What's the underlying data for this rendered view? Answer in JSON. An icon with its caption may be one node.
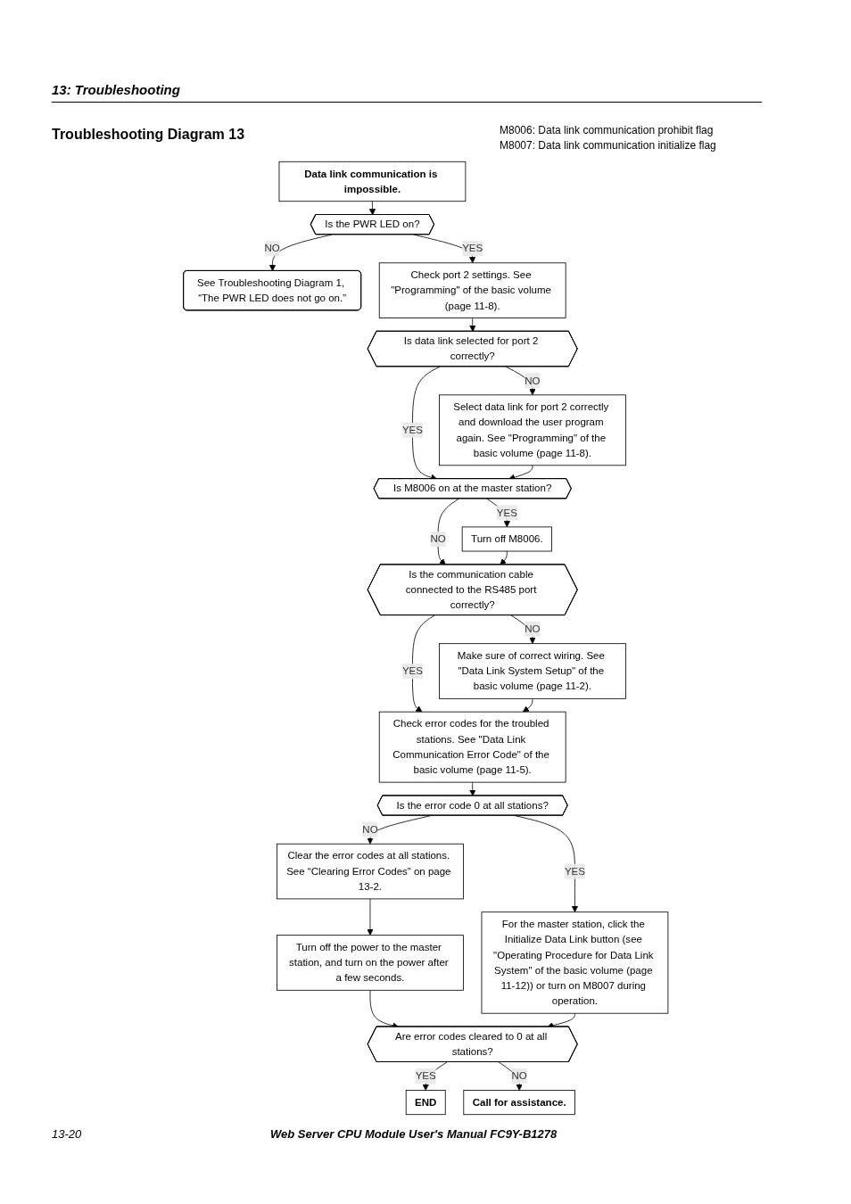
{
  "diagram": {
    "title": "Troubleshooting Diagram 13",
    "nodes": [
      {
        "text": [
          "Data link communication is impossible."
        ]
      },
      {
        "text": [
          "Is the PWR LED on?"
        ]
      },
      {
        "text": [
          "See Troubleshooting Diagram 1, “The PWR LED does not go on.”"
        ]
      },
      {
        "text": [
          "Check port 2 settings. See \"Programming\" of the basic volume (page 11-8)."
        ]
      },
      {
        "text": [
          "Is data link selected for port 2 correctly?"
        ]
      },
      {
        "text": [
          "Select data link for port 2 correctly and download the user program again. See \"Programming\" of the basic volume (page 11-8)."
        ]
      },
      {
        "text": [
          "Is M8006 on at the master station?"
        ]
      },
      {
        "text": [
          "Turn off M8006."
        ]
      },
      {
        "text": [
          "Is the communication cable connected to the RS485 port correctly?"
        ]
      },
      {
        "text": [
          "Make sure of correct wiring. See \"Data Link System Setup\" of the basic volume (page 11-2)."
        ]
      },
      {
        "text": [
          "Check error codes for the troubled stations. See \"Data Link Communication Error Code\" of the basic volume (page 11-5)."
        ]
      },
      {
        "text": [
          "Is the error code 0 at all stations?"
        ]
      },
      {
        "text": [
          "Clear the error codes at all stations. See “Clearing Error Codes” on page 13-2."
        ]
      },
      {
        "text": [
          "Turn off the power to the master station, and turn on the power after a few seconds."
        ]
      },
      {
        "text": [
          "For the master station, click the Initialize Data Link button (see \"Operating Procedure for Data Link System\" of the basic volume (page 11-12)) or turn on M8007 during operation."
        ]
      },
      {
        "text": [
          "Are error codes cleared to 0 at all stations?"
        ]
      },
      {
        "text": [
          "Call for assistance."
        ]
      },
      {
        "text": [
          "END"
        ]
      }
    ],
    "edges": [
      {
        "from": 0,
        "to": 1,
        "arrow": "to"
      },
      {
        "from": 1,
        "to": 2,
        "arrow": "to",
        "label": "NO"
      },
      {
        "from": 1,
        "to": 3,
        "arrow": "to",
        "label": "YES"
      },
      {
        "from": 3,
        "to": 4,
        "arrow": "to"
      },
      {
        "from": 4,
        "to": 5,
        "arrow": "to",
        "label": "NO"
      },
      {
        "from": 4,
        "to": 6,
        "arrow": "to",
        "label": "YES"
      },
      {
        "from": 5,
        "to": 6,
        "arrow": "to"
      },
      {
        "from": 6,
        "to": 7,
        "arrow": "to",
        "label": "YES"
      },
      {
        "from": 6,
        "to": 8,
        "arrow": "to",
        "label": "NO"
      },
      {
        "from": 7,
        "to": 8,
        "arrow": "to"
      },
      {
        "from": 8,
        "to": 9,
        "arrow": "to",
        "label": "NO"
      },
      {
        "from": 8,
        "to": 10,
        "arrow": "to",
        "label": "YES"
      },
      {
        "from": 9,
        "to": 10,
        "arrow": "to"
      },
      {
        "from": 10,
        "to": 11,
        "arrow": "to"
      },
      {
        "from": 11,
        "to": 12,
        "arrow": "to",
        "label": "NO"
      },
      {
        "from": 11,
        "to": 14,
        "arrow": "to",
        "label": "YES"
      },
      {
        "from": 12,
        "to": 13,
        "arrow": "to"
      },
      {
        "from": 13,
        "to": 15,
        "arrow": "to"
      },
      {
        "from": 14,
        "to": 15,
        "arrow": "to"
      },
      {
        "from": 15,
        "to": 17,
        "arrow": "to",
        "label": "YES"
      },
      {
        "from": 15,
        "to": 16,
        "arrow": "to",
        "label": "NO"
      }
    ],
    "labels": [
      "13: Troubleshooting",
      "M8006: Data link communication prohibit flag",
      "M8007: Data link communication initialize flag",
      "13-20",
      "Web Server CPU Module User's Manual FC9Y-B1278"
    ]
  }
}
